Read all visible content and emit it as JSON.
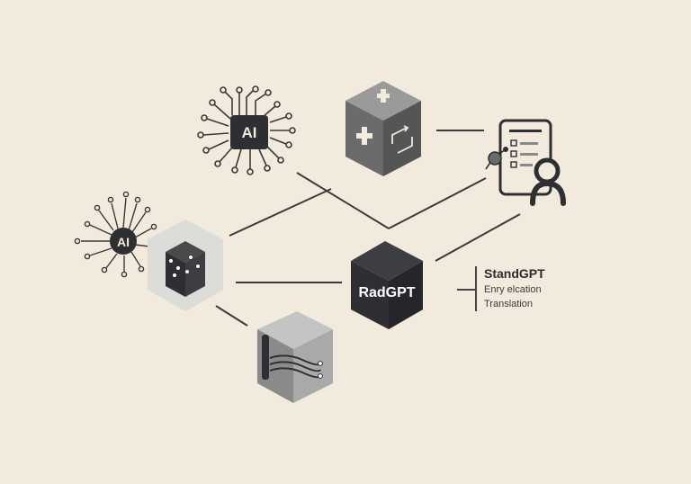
{
  "diagram": {
    "chip_top": {
      "label": "AI",
      "icon": "ai-chip-icon"
    },
    "chip_left": {
      "label": "AI",
      "icon": "ai-chip-icon"
    },
    "health_cube": {
      "icon": "medical-cross-cube-icon"
    },
    "data_hex": {
      "icon": "data-cube-hexagon-icon"
    },
    "radgpt": {
      "label": "RadGPT"
    },
    "signal_cube": {
      "icon": "waveform-cube-icon"
    },
    "mobile_user": {
      "icon": "mobile-checklist-user-icon"
    },
    "side_panel": {
      "title": "StandGPT",
      "lines": [
        "Enry elcation",
        "Translation"
      ]
    },
    "colors": {
      "background": "#f2ebdd",
      "dark": "#2e2f33",
      "mid": "#6b6b6b",
      "light": "#bdbdbd",
      "line": "#3a3a3a"
    }
  }
}
